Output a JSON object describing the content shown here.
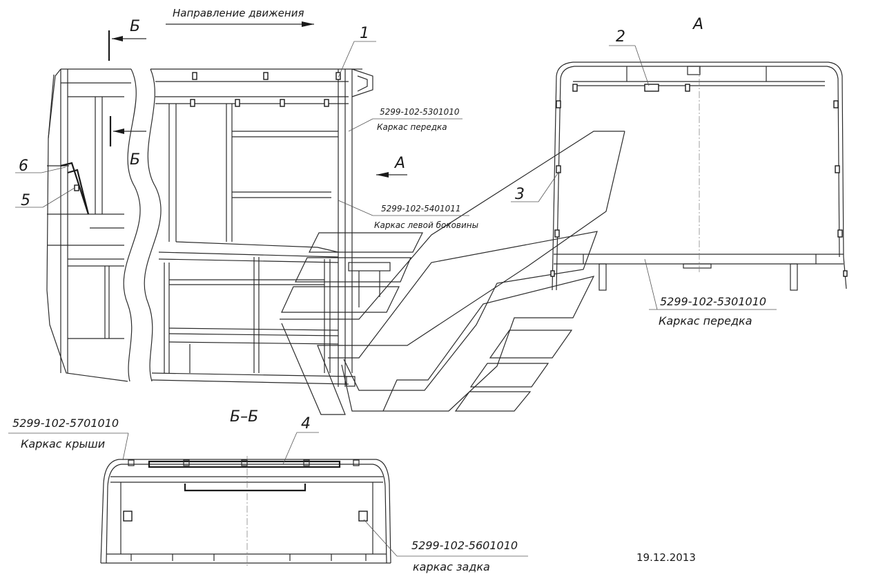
{
  "header": {
    "direction": "Направление движения"
  },
  "markers": {
    "section_letter": "Б",
    "view_letter": "А",
    "section_title": "Б–Б",
    "view_title": "А"
  },
  "callouts": {
    "c1": "1",
    "c2": "2",
    "c3": "3",
    "c4": "4",
    "c5": "5",
    "c6": "6"
  },
  "labels": {
    "front_frame_code": "5299-102-5301010",
    "front_frame_name": "Каркас передка",
    "left_side_code": "5299-102-5401011",
    "left_side_name": "Каркас левой боковины",
    "roof_code": "5299-102-5701010",
    "roof_name": "Каркас крыши",
    "rear_code": "5299-102-5601010",
    "rear_name": "каркас задка",
    "view_front_code": "5299-102-5301010",
    "view_front_name": "Каркас передка"
  },
  "footer": {
    "date": "19.12.2013"
  }
}
